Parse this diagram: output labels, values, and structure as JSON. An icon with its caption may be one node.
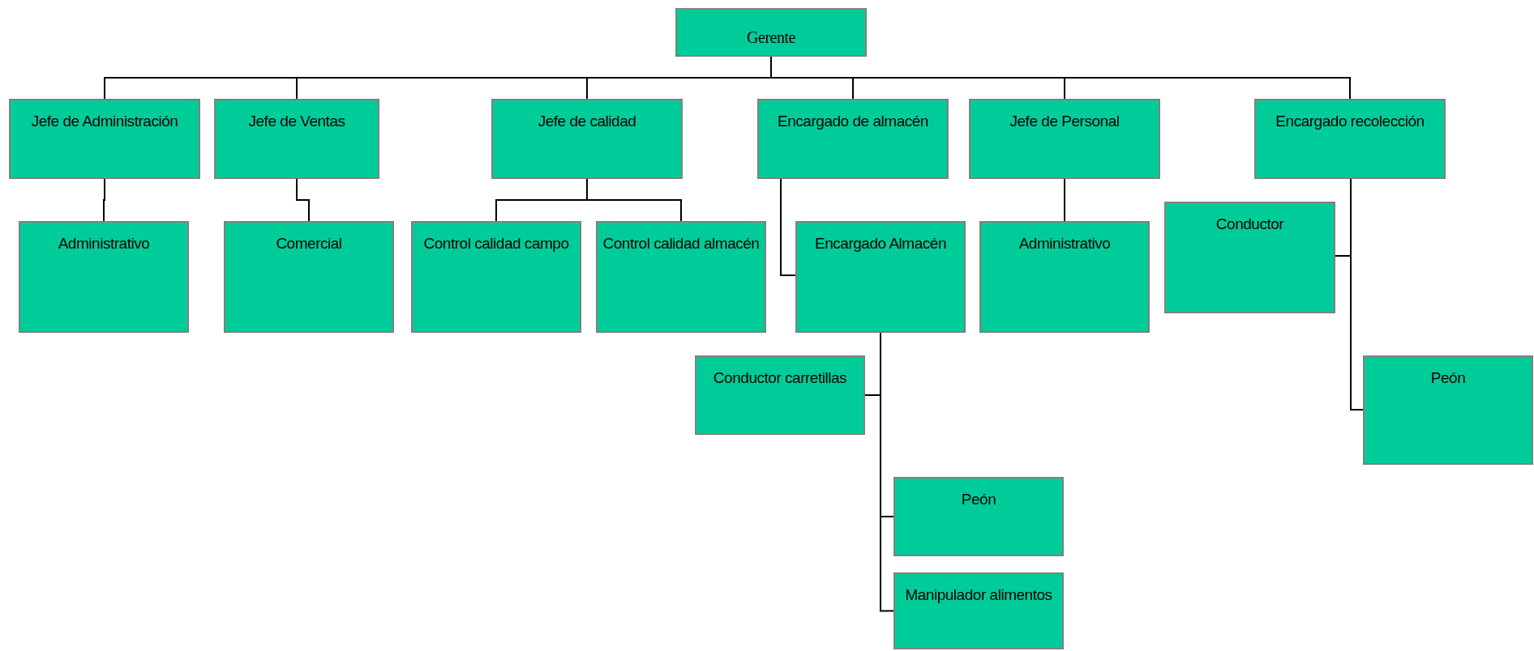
{
  "diagram": {
    "nodes": [
      {
        "text": [
          "Gerente"
        ]
      },
      {
        "text": [
          "Jefe de Administración"
        ]
      },
      {
        "text": [
          "Jefe de Ventas"
        ]
      },
      {
        "text": [
          "Jefe de calidad"
        ]
      },
      {
        "text": [
          "Encargado de almacén"
        ]
      },
      {
        "text": [
          "Jefe de Personal"
        ]
      },
      {
        "text": [
          "Encargado recolección"
        ]
      },
      {
        "text": [
          "Administrativo"
        ]
      },
      {
        "text": [
          "Comercial"
        ]
      },
      {
        "text": [
          "Control calidad campo"
        ]
      },
      {
        "text": [
          "Control calidad almacén"
        ]
      },
      {
        "text": [
          "Encargado Almacén"
        ]
      },
      {
        "text": [
          "Administrativo"
        ]
      },
      {
        "text": [
          "Conductor"
        ]
      },
      {
        "text": [
          "Conductor carretillas"
        ]
      },
      {
        "text": [
          "Peón"
        ]
      },
      {
        "text": [
          "Peón"
        ]
      },
      {
        "text": [
          "Manipulador alimentos"
        ]
      }
    ],
    "edges": [
      {
        "from": 0,
        "to": 1,
        "arrow": "none"
      },
      {
        "from": 0,
        "to": 2,
        "arrow": "none"
      },
      {
        "from": 0,
        "to": 3,
        "arrow": "none"
      },
      {
        "from": 0,
        "to": 4,
        "arrow": "none"
      },
      {
        "from": 0,
        "to": 5,
        "arrow": "none"
      },
      {
        "from": 0,
        "to": 6,
        "arrow": "none"
      },
      {
        "from": 1,
        "to": 7,
        "arrow": "none"
      },
      {
        "from": 2,
        "to": 8,
        "arrow": "none"
      },
      {
        "from": 3,
        "to": 9,
        "arrow": "none"
      },
      {
        "from": 3,
        "to": 10,
        "arrow": "none"
      },
      {
        "from": 4,
        "to": 11,
        "arrow": "none"
      },
      {
        "from": 5,
        "to": 12,
        "arrow": "none"
      },
      {
        "from": 6,
        "to": 13,
        "arrow": "none"
      },
      {
        "from": 6,
        "to": 15,
        "arrow": "none"
      },
      {
        "from": 11,
        "to": 14,
        "arrow": "none"
      },
      {
        "from": 11,
        "to": 16,
        "arrow": "none"
      },
      {
        "from": 11,
        "to": 17,
        "arrow": "none"
      }
    ]
  }
}
